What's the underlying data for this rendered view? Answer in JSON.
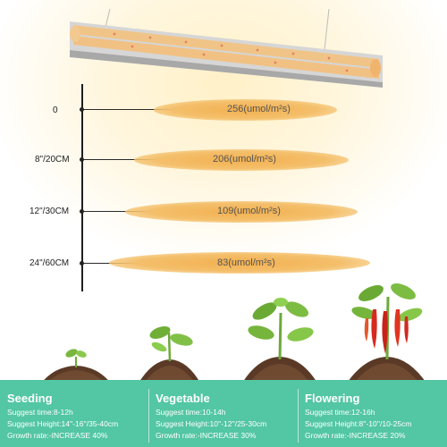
{
  "distances": [
    {
      "label": "0",
      "ppfd": "256(umol/m²s)"
    },
    {
      "label": "8\"/20CM",
      "ppfd": "206(umol/m²s)"
    },
    {
      "label": "12\"/30CM",
      "ppfd": "109(umol/m²s)"
    },
    {
      "label": "24\"/60CM",
      "ppfd": "83(umol/m²s)"
    }
  ],
  "stages": [
    {
      "title": "Seeding",
      "time": "Suggest time:8-12h",
      "height": "Suggest Height:14''-16''/35-40cm",
      "growth": "Growth rate:-INCREASE 40%"
    },
    {
      "title": "Vegetable",
      "time": "Suggest time:10-14h",
      "height": "Suggest Height:10''-12''/25-30cm",
      "growth": "Growth rate:-INCREASE 30%"
    },
    {
      "title": "Flowering",
      "time": "Suggest time:12-16h",
      "height": "Suggest Height:8''-10''/10-25cm",
      "growth": "Growth rate:-INCREASE 20%"
    }
  ],
  "colors": {
    "bar": "#53c6a3",
    "beam": "#f2b050"
  }
}
